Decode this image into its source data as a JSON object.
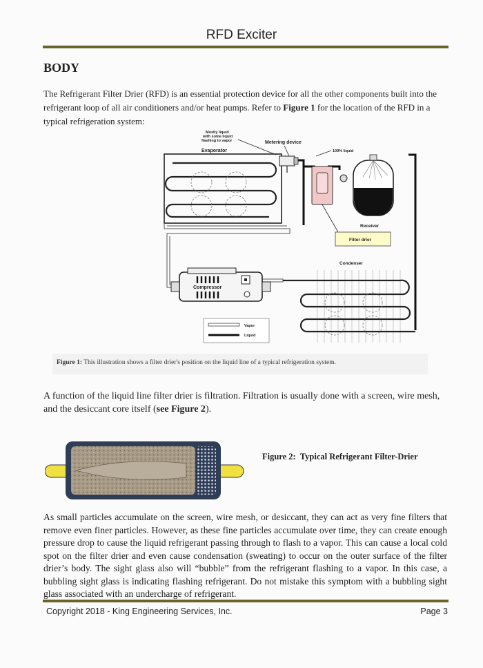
{
  "header": {
    "title": "RFD Exciter"
  },
  "section": {
    "heading": "BODY"
  },
  "paragraph1": {
    "before": "The Refrigerant Filter Drier (RFD) is an essential protection device for all the other components built into the refrigerant loop of all air conditioners and/or heat pumps. Refer to ",
    "bold": "Figure 1",
    "after": " for the location of the RFD in a typical refrigeration system:"
  },
  "figure1": {
    "labels": {
      "mostly_liquid": [
        "Mostly liquid",
        "with some liquid",
        "flashing to vapor"
      ],
      "metering_device": "Metering device",
      "evaporator": "Evaporator",
      "liquid_100": "100% liquid",
      "receiver": "Receiver",
      "filter_drier": "Filter drier",
      "condenser": "Condenser",
      "compressor": "Compressor",
      "legend_vapor": "Vapor",
      "legend_liquid": "Liquid"
    },
    "caption_label": "Figure 1:",
    "caption_text": " This illustration shows a filter drier's position on the liquid line of a typical refrigeration system."
  },
  "paragraph2": {
    "before": "A function of the liquid line filter drier is filtration. Filtration is usually done with a screen, wire mesh, and the desiccant core itself (",
    "bold": "see Figure 2",
    "after": ")."
  },
  "figure2": {
    "caption": "Figure 2:  Typical Refrigerant Filter-Drier"
  },
  "paragraph3": " As small particles accumulate on the screen, wire mesh, or desiccant, they can act as very fine filters that remove even finer particles. However, as these fine particles accumulate over time, they can create enough pressure drop to cause the liquid refrigerant passing through to flash to a vapor. This can cause a local cold spot on the filter drier and even cause condensation (sweating) to occur on the outer surface of the filter drier’s body. The sight glass also will “bubble” from the refrigerant flashing to a vapor. In this case, a bubbling sight glass is indicating flashing refrigerant. Do not mistake this symptom with a bubbling sight glass associated with an undercharge of refrigerant.",
  "footer": {
    "copyright": "Copyright 2018 - King Engineering Services, Inc.",
    "page": "Page 3"
  },
  "colors": {
    "rule": "#6a6527",
    "filter_drier_highlight": "#f2c7c7",
    "filter_drier_label_fill": "#fffbc8",
    "fig2_shell": "#2f3d57",
    "fig2_fitting": "#f1e042",
    "fig2_core": "#a89b86"
  }
}
